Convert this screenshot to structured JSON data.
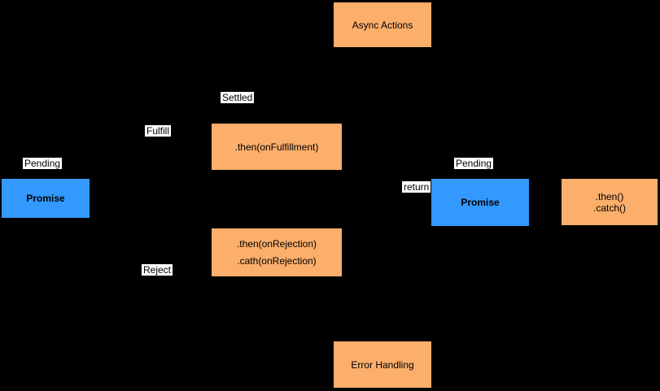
{
  "diagram": {
    "title_context": "Promise async flow diagram",
    "colors": {
      "background": "#000000",
      "node_orange": "#FCAE6B",
      "node_blue": "#3399FF",
      "label_background": "#FFFFFF",
      "text": "#000000"
    },
    "nodes": {
      "async_actions": {
        "label": "Async Actions"
      },
      "then_fulfillment": {
        "label": ".then(onFulfillment)"
      },
      "promise_left": {
        "label": "Promise"
      },
      "then_rejection": {
        "line1": ".then(onRejection)",
        "line2": ".cath(onRejection)"
      },
      "promise_right": {
        "label": "Promise"
      },
      "then_catch": {
        "line1": ".then()",
        "line2": ".catch()"
      },
      "error_handling": {
        "label": "Error Handling"
      }
    },
    "labels": {
      "settled": "Settled",
      "fulfill": "Fulfill",
      "pending_left": "Pending",
      "reject": "Reject",
      "pending_right": "Pending",
      "return": "return"
    }
  }
}
